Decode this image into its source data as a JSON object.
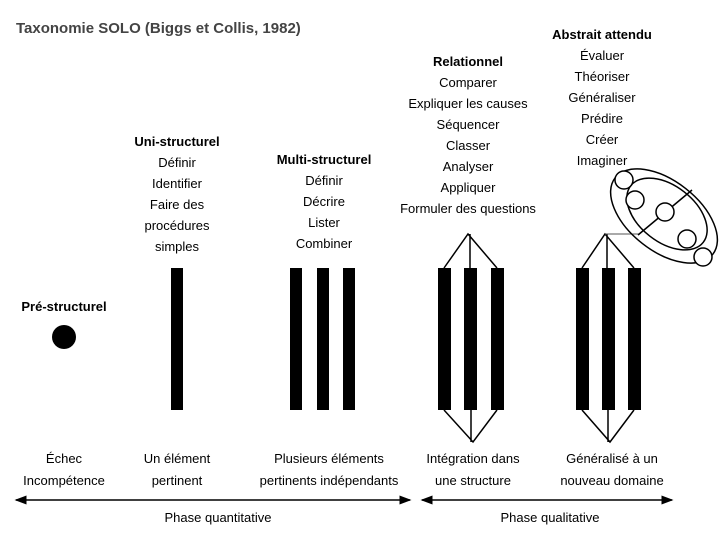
{
  "title": "Taxonomie SOLO (Biggs et Collis, 1982)",
  "levels": [
    {
      "name": "Pré-structurel",
      "verbs": [],
      "outcome": [
        "Échec",
        "Incompétence"
      ]
    },
    {
      "name": "Uni-structurel",
      "verbs": [
        "Définir",
        "Identifier",
        "Faire des",
        "procédures",
        "simples"
      ],
      "outcome": [
        "Un élément",
        "pertinent"
      ]
    },
    {
      "name": "Multi-structurel",
      "verbs": [
        "Définir",
        "Décrire",
        "Lister",
        "Combiner"
      ],
      "outcome": [
        "Plusieurs éléments",
        "pertinents indépendants"
      ]
    },
    {
      "name": "Relationnel",
      "verbs": [
        "Comparer",
        "Expliquer les causes",
        "Séquencer",
        "Classer",
        "Analyser",
        "Appliquer",
        "Formuler des questions"
      ],
      "outcome": [
        "Intégration dans",
        "une structure"
      ]
    },
    {
      "name": "Abstrait attendu",
      "verbs": [
        "Évaluer",
        "Théoriser",
        "Généraliser",
        "Prédire",
        "Créer",
        "Imaginer"
      ],
      "outcome": [
        "Généralisé à un",
        "nouveau domaine"
      ]
    }
  ],
  "phases": [
    "Phase quantitative",
    "Phase qualitative"
  ]
}
